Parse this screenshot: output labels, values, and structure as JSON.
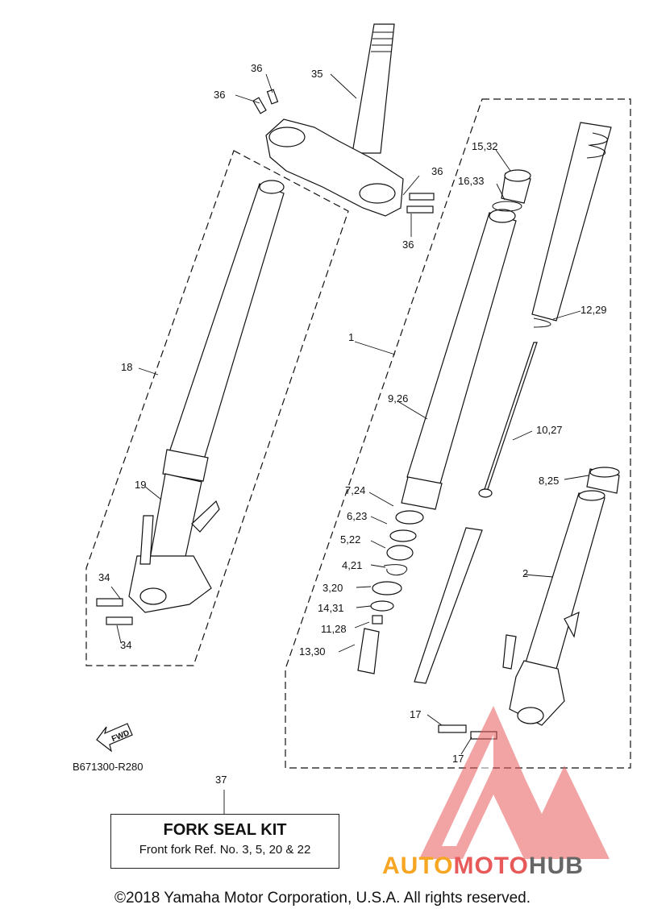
{
  "callouts": {
    "c36a": "36",
    "c36b": "36",
    "c35": "35",
    "c36c": "36",
    "c36d": "36",
    "c15_32": "15,32",
    "c16_33": "16,33",
    "c12_29": "12,29",
    "c1": "1",
    "c18": "18",
    "c9_26": "9,26",
    "c10_27": "10,27",
    "c19": "19",
    "c7_24": "7,24",
    "c8_25": "8,25",
    "c6_23": "6,23",
    "c5_22": "5,22",
    "c4_21": "4,21",
    "c2": "2",
    "c34a": "34",
    "c3_20": "3,20",
    "c14_31": "14,31",
    "c11_28": "11,28",
    "c34b": "34",
    "c13_30": "13,30",
    "c17a": "17",
    "c17b": "17",
    "c37": "37"
  },
  "fwd_label": "FWD",
  "diagram_code": "B671300-R280",
  "kit": {
    "title": "FORK SEAL KIT",
    "note": "Front fork Ref. No. 3, 5, 20 & 22"
  },
  "watermark": {
    "part1": "AUTO",
    "part2": "MOTO",
    "part3": "HUB",
    "colors": {
      "auto": "#f6a623",
      "moto": "#e85a5a",
      "hub": "#666666",
      "triangle": "#e85a5a"
    }
  },
  "copyright": "©2018 Yamaha Motor Corporation, U.S.A. All rights reserved."
}
